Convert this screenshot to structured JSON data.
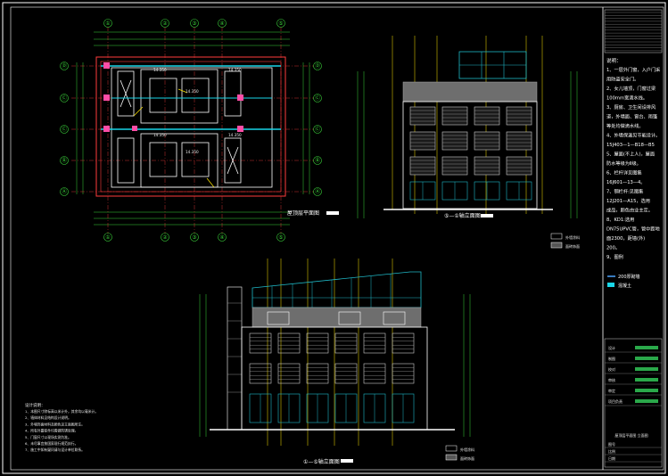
{
  "colors": {
    "background": "#000000",
    "frame": "#ffffff",
    "axis_line": "#ff3b3b",
    "dimension": "#3bd43b",
    "wall": "#ff4da6",
    "beam": "#19d6e8",
    "yellow_callout": "#ffe600",
    "glazing": "#1fb8c6",
    "facade_grey": "#8a8a8a"
  },
  "plan": {
    "title": "屋顶层平面图",
    "axis_top": [
      "①",
      "②",
      "③",
      "④",
      "⑤"
    ],
    "axis_bottom": [
      "①",
      "②",
      "③",
      "④",
      "⑤"
    ],
    "axis_left": [
      "Ⓓ",
      "Ⓒ",
      "Ⓒ",
      "Ⓑ",
      "Ⓐ"
    ],
    "axis_right": [
      "Ⓓ",
      "Ⓒ",
      "Ⓒ",
      "Ⓑ",
      "Ⓐ"
    ],
    "elevation_labels": [
      "14.350",
      "14.350",
      "14.350",
      "14.350",
      "14.350",
      "14.350"
    ]
  },
  "elevation_a": {
    "title": "⑤—①轴立面图",
    "legend": [
      "外墙涂料",
      "面砖饰面"
    ]
  },
  "elevation_b": {
    "title": "①—⑤轴立面图",
    "legend": [
      "外墙涂料",
      "面砖饰面"
    ]
  },
  "notes": {
    "heading": "说明：",
    "lines": [
      "1、一层外门窗，入户门采",
      "用防盗安全门。",
      "2、女儿墙顶，门窗过梁",
      "100mm宽滴水线。",
      "3、厨房、卫生间设排风",
      "道，外墙面、窗台、雨篷",
      "等处均做滴水线。",
      "4、外墙保温见节能设计。",
      "15J403—1—B18—B5",
      "5、屋面(不上人)，屋面",
      "防水等级为Ⅱ级。",
      "6、栏杆详见图集",
      "16J601—13—4。",
      "7、钢栏杆:见图集",
      "12J201—A15，选用",
      "成品，颜色由业主定。",
      "8、KD1:选用",
      "DN75UPVC管，管中距地",
      "面2300，距墙(外)",
      "200。",
      "9、图例"
    ],
    "legend_items": [
      "200厚砌墙",
      "混凝土"
    ]
  },
  "bottom_notes": {
    "heading": "设计说明：",
    "lines": [
      "1、本图尺寸除标高以米计外，其余均以毫米计。",
      "2、墙体材料见结构设计说明。",
      "3、外墙饰面材料及颜色见立面图所注。",
      "4、所有外露铁件均需做防锈处理。",
      "5、门窗尺寸以现场实测为准。",
      "6、未尽事宜按国家现行规范执行。",
      "7、施工中如有疑问请与设计单位联系。"
    ]
  },
  "title_block": {
    "rows_top": [
      "",
      "",
      "",
      "",
      "",
      "",
      "",
      "",
      "",
      "",
      "",
      "",
      "",
      ""
    ],
    "sign_rows": [
      "设计",
      "制图",
      "校对",
      "审核",
      "审定",
      "项目负责"
    ],
    "drawing_name": "屋顶层平面图 立面图",
    "footer": [
      "图号",
      "比例",
      "日期"
    ]
  }
}
